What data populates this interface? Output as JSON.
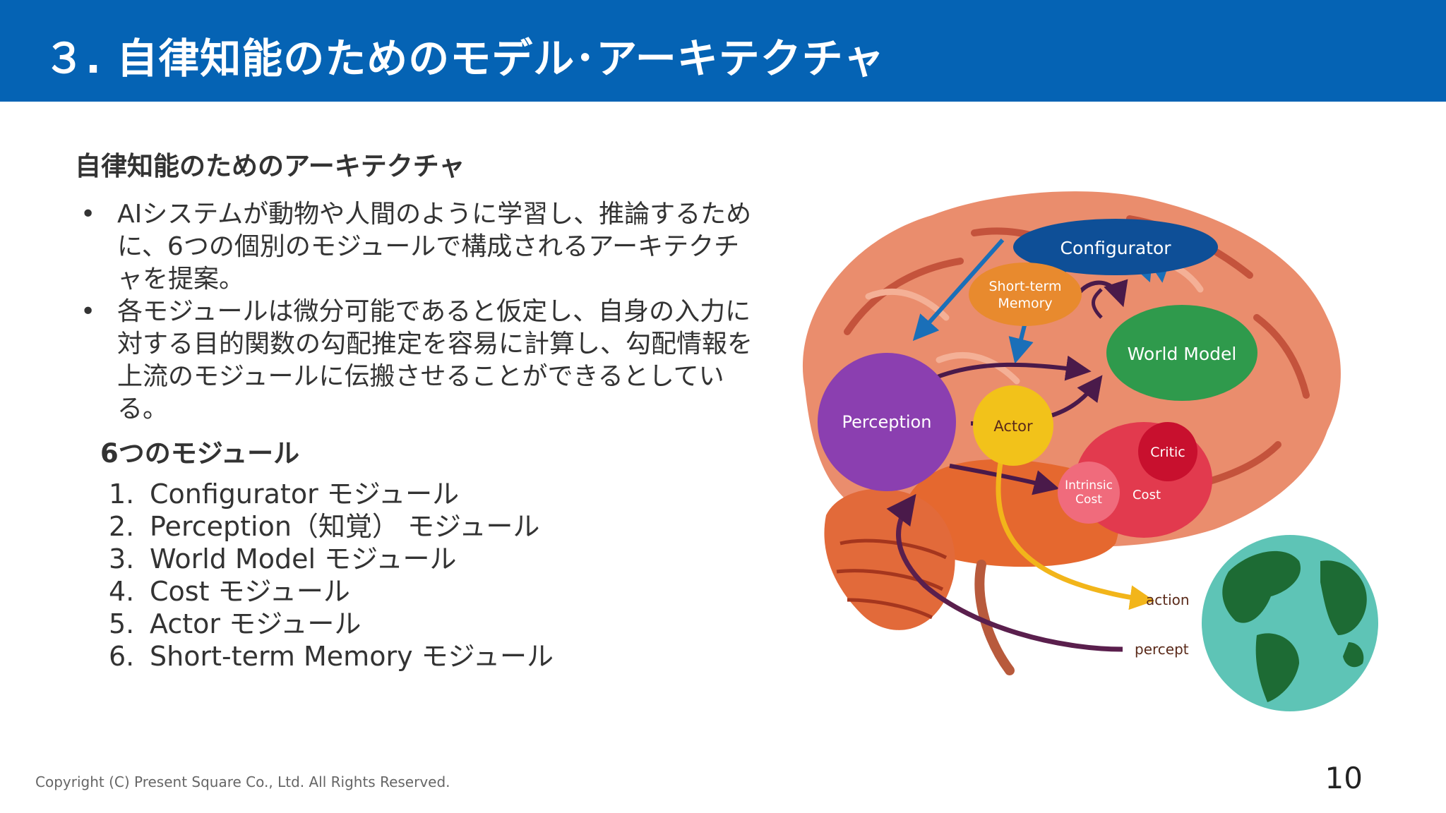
{
  "header": {
    "title": "３. 自律知能のためのモデル･アーキテクチャ",
    "background": "#0563b4"
  },
  "section": {
    "heading": "自律知能のためのアーキテクチャ",
    "bullets": [
      "AIシステムが動物や人間のように学習し、推論するために、6つの個別のモジュールで構成されるアーキテクチャを提案。",
      "各モジュールは微分可能であると仮定し、自身の入力に対する目的関数の勾配推定を容易に計算し、勾配情報を上流のモジュールに伝搬させることができるとしている。"
    ]
  },
  "modules": {
    "heading": "6つのモジュール",
    "items": [
      {
        "num": "1.",
        "label": "Configurator モジュール"
      },
      {
        "num": "2.",
        "label": "Perception（知覚） モジュール"
      },
      {
        "num": "3.",
        "label": "World Model モジュール"
      },
      {
        "num": "4.",
        "label": "Cost モジュール"
      },
      {
        "num": "5.",
        "label": "Actor モジュール"
      },
      {
        "num": "6.",
        "label": "Short-term Memory モジュール"
      }
    ]
  },
  "diagram": {
    "configurator": "Configurator",
    "short_term_1": "Short-term",
    "short_term_2": "Memory",
    "world_model": "World Model",
    "perception": "Perception",
    "actor": "Actor",
    "critic": "Critic",
    "intrinsic_1": "Intrinsic",
    "intrinsic_2": "Cost",
    "cost": "Cost",
    "action": "action",
    "percept": "percept",
    "colors": {
      "configurator": "#0e4f97",
      "short_term": "#e88a2e",
      "world_model": "#2f9a4c",
      "perception": "#8b3fb0",
      "actor": "#f2c21a",
      "cost": "#e23a4e",
      "critic": "#c8102e",
      "brain": "#e98a6a",
      "earth_sea": "#5ec4b6",
      "earth_land": "#1d6b34"
    }
  },
  "footer": {
    "copyright": "Copyright (C) Present Square Co., Ltd. All Rights Reserved.",
    "page": "10"
  }
}
